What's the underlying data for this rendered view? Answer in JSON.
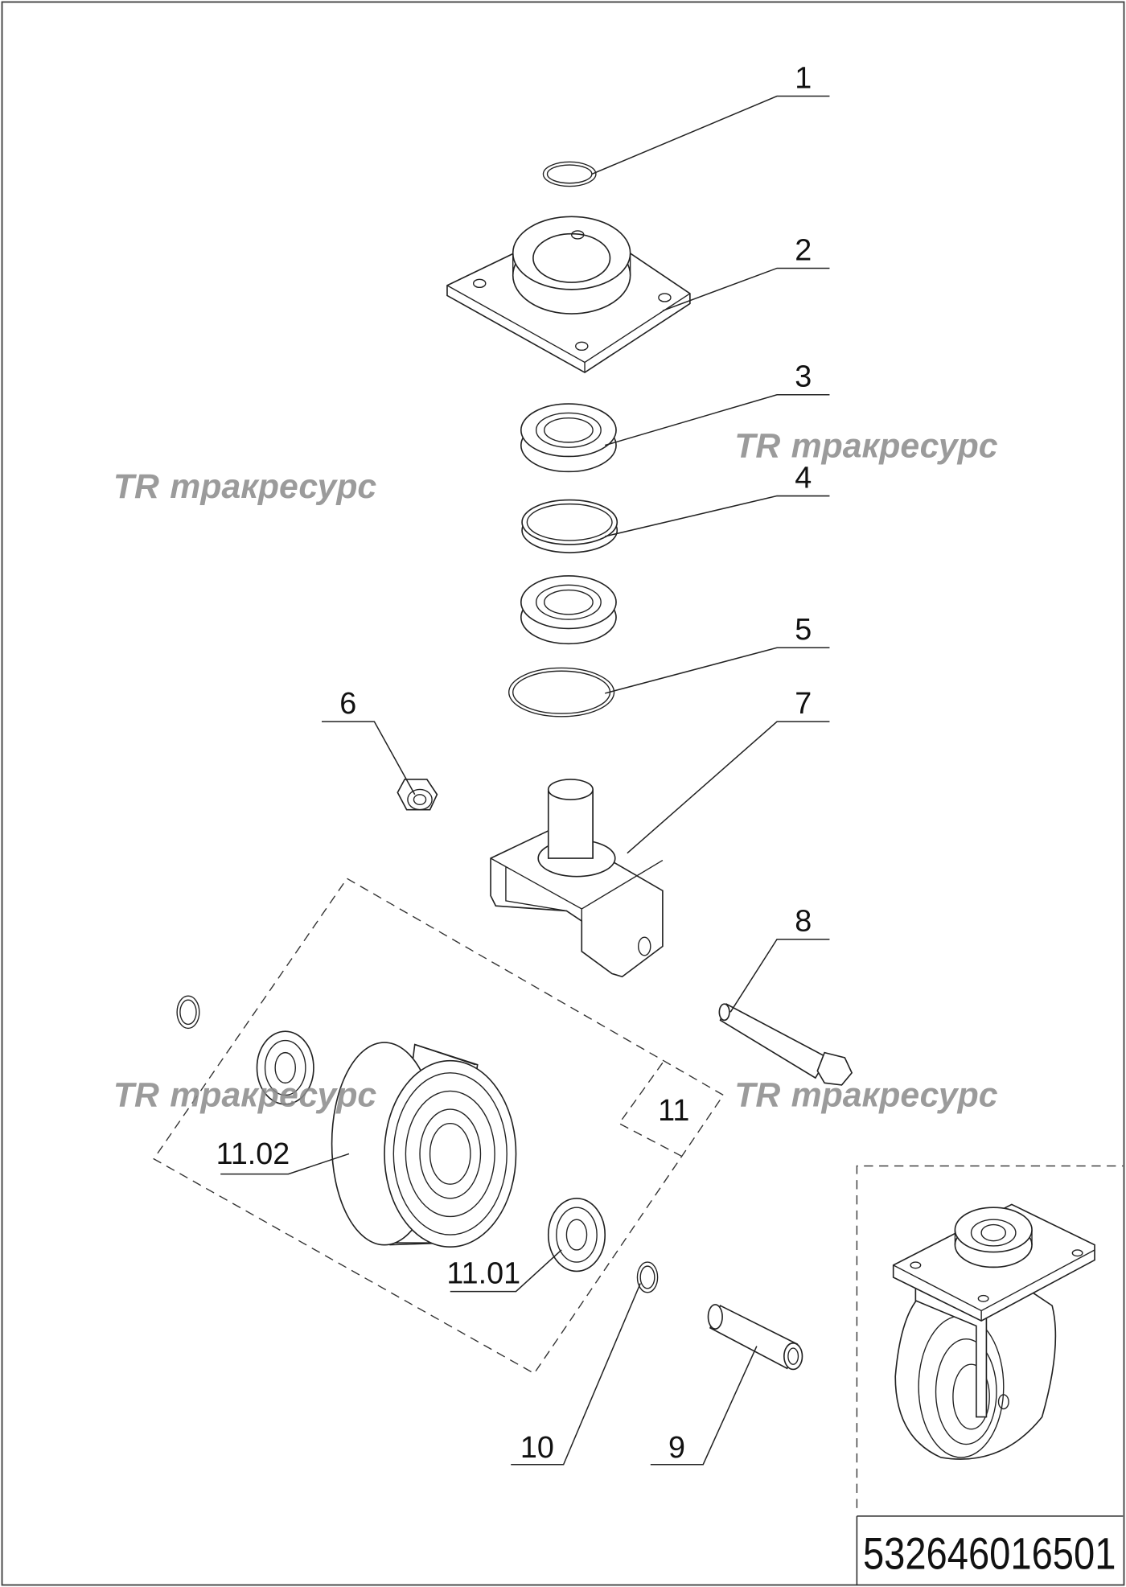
{
  "drawing": {
    "part_number": "532646016501",
    "watermark_text": "тракресурс",
    "watermark_logo": "TR",
    "callouts": [
      "1",
      "2",
      "3",
      "4",
      "5",
      "6",
      "7",
      "8",
      "9",
      "10",
      "11",
      "11.01",
      "11.02"
    ]
  }
}
